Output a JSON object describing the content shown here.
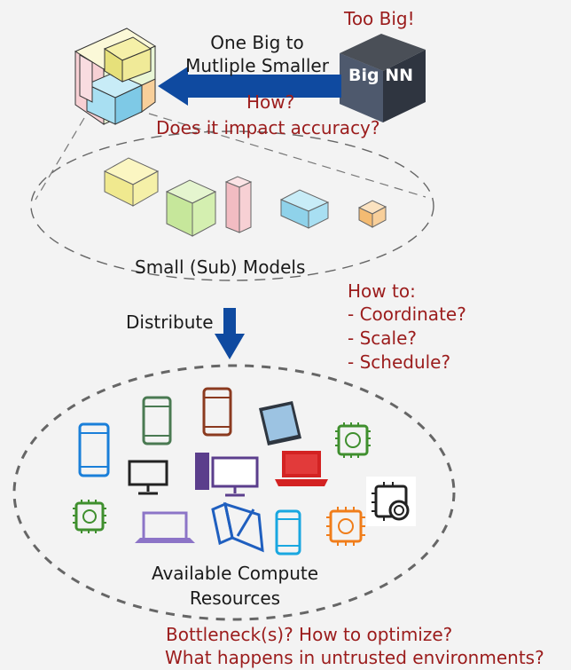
{
  "labels": {
    "too_big": "Too Big!",
    "one_big_line1": "One Big to",
    "one_big_line2": "Mutliple Smaller",
    "big_nn": "Big NN",
    "how": "How?",
    "accuracy": "Does it impact accuracy?",
    "small_models": "Small (Sub) Models",
    "distribute": "Distribute",
    "how_to": "How to:",
    "coordinate": "- Coordinate?",
    "scale": "- Scale?",
    "schedule": "- Schedule?",
    "available_line1": "Available Compute",
    "available_line2": "Resources",
    "bottleneck": "Bottleneck(s)? How to optimize?",
    "untrusted": "What happens in untrusted environments?"
  },
  "colors": {
    "accent_red": "#9b1c1c",
    "arrow_blue": "#0f4aa0",
    "big_nn_box": "#4d5a6e",
    "yellow": "#f5f0a8",
    "green": "#d4efb0",
    "pink": "#f7d0d4",
    "blue": "#a8dff2",
    "orange": "#f8cf9a"
  },
  "icons": [
    "combined-cube-icon",
    "big-nn-cube-icon",
    "yellow-cube-icon",
    "green-cube-icon",
    "pink-cube-icon",
    "blue-cube-icon",
    "orange-cube-icon",
    "phone-blue-icon",
    "phone-green-icon",
    "phone-brown-icon",
    "tablet-icon",
    "chip-green-icon",
    "monitor-icon",
    "desktop-purple-icon",
    "laptop-red-icon",
    "chip-black-icon",
    "chip-green-small-icon",
    "laptop-purple-icon",
    "tablet-pen-icon",
    "phone-cyan-icon",
    "chip-orange-icon"
  ]
}
